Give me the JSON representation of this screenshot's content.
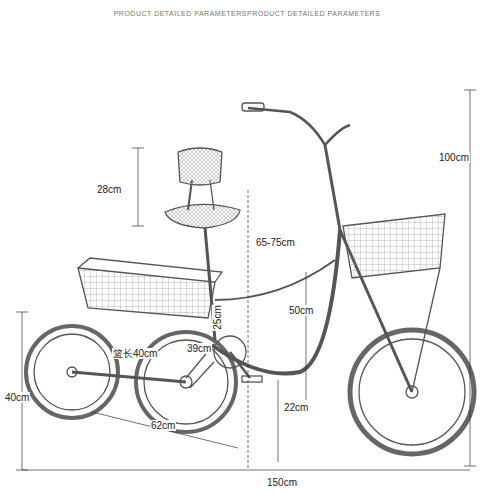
{
  "diagram": {
    "title": "PRODUCT DETAILED PARAMETERSPRODUCT DETAILED PARAMETERS",
    "labels": [
      "28cm",
      "100cm",
      "65-75cm",
      "50cm",
      "25cm",
      "篮长40cm",
      "39cm",
      "40cm",
      "22cm",
      "62cm",
      "150cm"
    ]
  }
}
